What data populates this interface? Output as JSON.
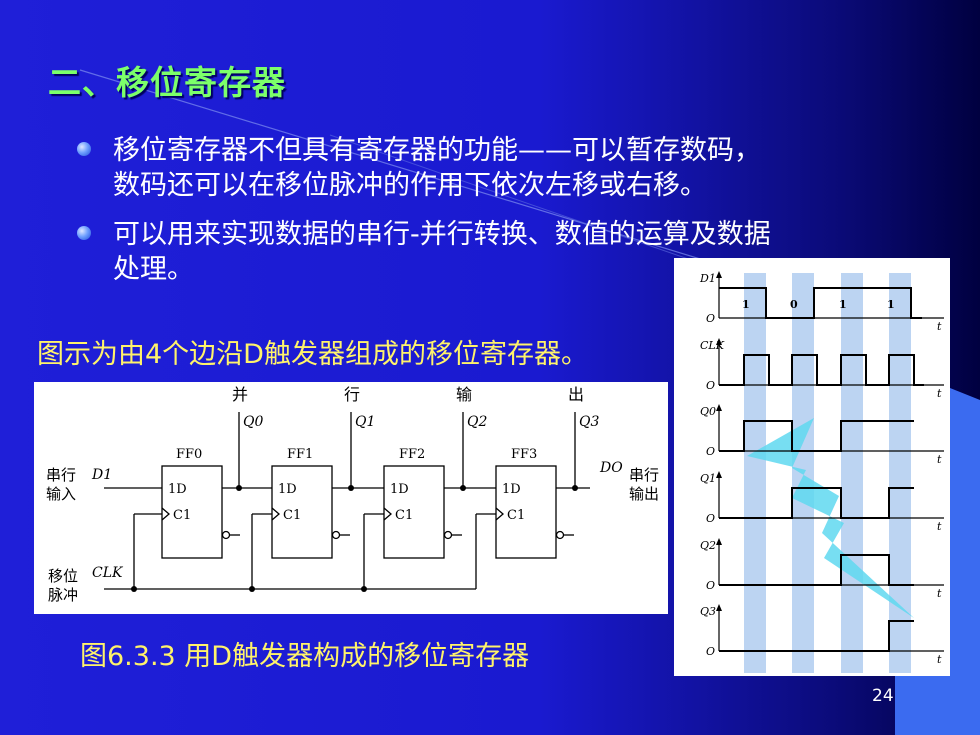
{
  "slide": {
    "title": "二、移位寄存器",
    "bullets": [
      {
        "line1": "移位寄存器不但具有寄存器的功能——可以暂存数码，",
        "line2": "数码还可以在移位脉冲的作用下依次左移或右移。"
      },
      {
        "line1": "可以用来实现数据的串行-并行转换、数值的运算及数据",
        "line2": "处理。"
      }
    ],
    "caption_top": "图示为由4个边沿D触发器组成的移位寄存器。",
    "caption_bottom": "图6.3.3  用D触发器构成的移位寄存器",
    "page_number": "24"
  },
  "circuit": {
    "parallel_output_chars": [
      "并",
      "行",
      "输",
      "出"
    ],
    "outputs": [
      "Q0",
      "Q1",
      "Q2",
      "Q3"
    ],
    "flipflops": [
      "FF0",
      "FF1",
      "FF2",
      "FF3"
    ],
    "ff_inputs": {
      "d": "1D",
      "c": "C1"
    },
    "serial_in_label": [
      "串行",
      "输入"
    ],
    "serial_in_signal": "D1",
    "serial_out_label": [
      "串行",
      "输出"
    ],
    "serial_out_signal": "DO",
    "clock_label": [
      "移位",
      "脉冲"
    ],
    "clock_signal": "CLK"
  },
  "timing": {
    "signals": [
      "D1",
      "CLK",
      "Q0",
      "Q1",
      "Q2",
      "Q3"
    ],
    "data_bits": [
      "1",
      "0",
      "1",
      "1"
    ],
    "origin_label": "O",
    "time_label": "t"
  },
  "colors": {
    "title": "#7cff6a",
    "caption": "#fff36a",
    "highlight_bands": "#bcd4f2",
    "arrow": "#5fd8f0"
  }
}
